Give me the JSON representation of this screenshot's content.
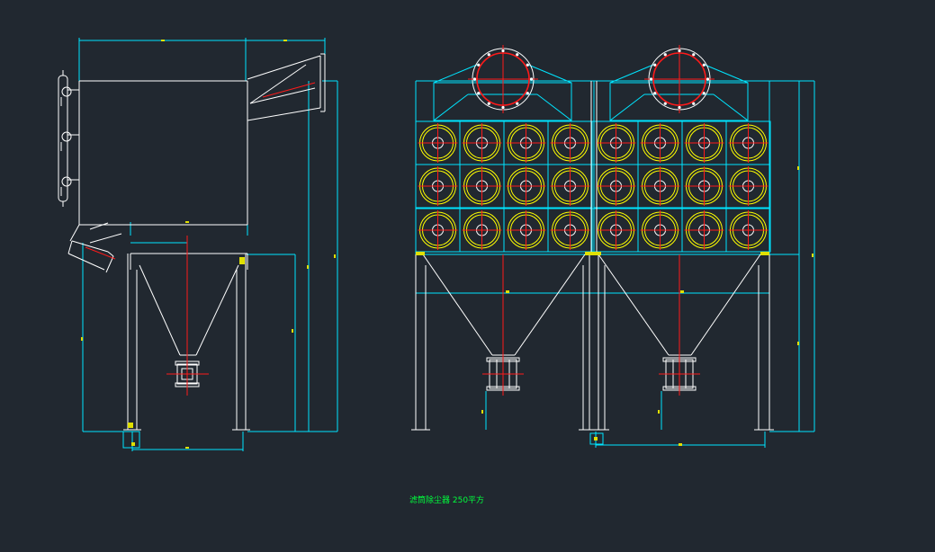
{
  "drawing": {
    "title": "滤筒除尘器 250平方",
    "colors": {
      "background": "#212830",
      "outline": "#ffffff",
      "dimension": "#00e5ff",
      "centerline": "#ff1a1a",
      "filter_ring": "#ffff00",
      "accent": "#e0e000",
      "title_text": "#00ff3c"
    },
    "views": {
      "side": {
        "filter_layers": 3
      },
      "front": {
        "modules": 2,
        "filter_rows": 3,
        "filter_columns_per_module": 4,
        "filter_count": 24
      }
    }
  }
}
